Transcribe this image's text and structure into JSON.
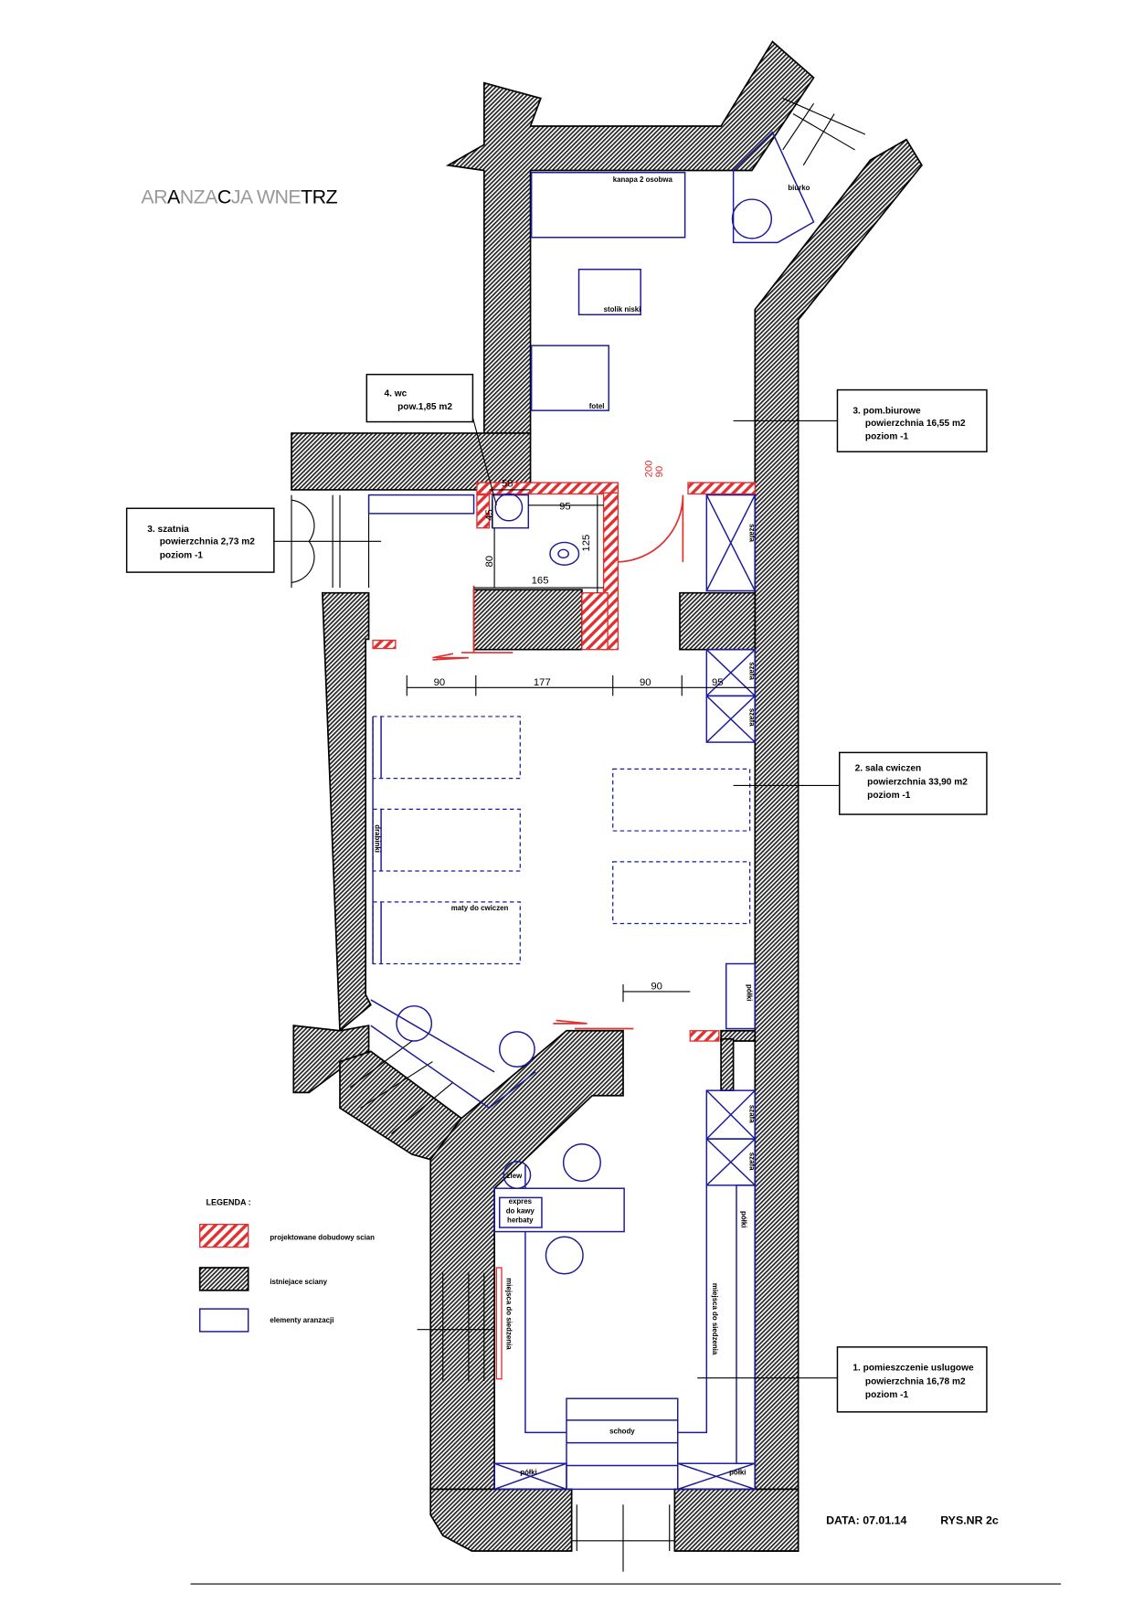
{
  "title": {
    "grey_part_1": "AR",
    "black_1": "A",
    "grey_part_2": "NZA",
    "black_2": "C",
    "grey_part_3": "JA WNE",
    "black_3": "TRZ"
  },
  "rooms": {
    "office": {
      "line1": "3. pom.biurowe",
      "line2": "powierzchnia 16,55 m2",
      "line3": "poziom -1"
    },
    "wc": {
      "line1": "4. wc",
      "line2": "pow.1,85 m2"
    },
    "cloakroom": {
      "line1": "3. szatnia",
      "line2": "powierzchnia 2,73 m2",
      "line3": "poziom -1"
    },
    "exercise": {
      "line1": "2. sala cwiczen",
      "line2": "powierzchnia 33,90 m2",
      "line3": "poziom -1"
    },
    "service": {
      "line1": "1. pomieszczenie uslugowe",
      "line2": "powierzchnia 16,78 m2",
      "line3": "poziom -1"
    }
  },
  "furniture": {
    "sofa": "kanapa 2 osobwa",
    "table": "stolik niski",
    "armchair": "fotel",
    "desk": "biurko",
    "wardrobe": "szafa",
    "mats": "maty do cwiczen",
    "ladder": "drabinki",
    "shelves": "półki",
    "sink": "zlew",
    "coffee": [
      "expres",
      "do kawy",
      "herbaty"
    ],
    "seating_left": "miejsca do siedzenia",
    "seating_right": "miejsca do siedzenia",
    "stairs": "schody"
  },
  "dimensions": {
    "wc_width": "58",
    "wc_sink": "45",
    "wc_95": "95",
    "wc_125": "125",
    "wc_80": "80",
    "wc_165": "165",
    "door_height": "200",
    "door_width": "90",
    "row": [
      "90",
      "177",
      "90",
      "95"
    ],
    "bottom": "90"
  },
  "legend": {
    "title": "LEGENDA :",
    "items": [
      {
        "label": "projektowane dobudowy scian"
      },
      {
        "label": "istniejace sciany"
      },
      {
        "label": "elementy aranzacji"
      }
    ]
  },
  "footer": {
    "date": "DATA: 07.01.14",
    "drawing_no": "RYS.NR 2c"
  },
  "colors": {
    "existing_wall": "#000000",
    "new_wall": "#e03030",
    "furniture": "#1a1a9a"
  }
}
